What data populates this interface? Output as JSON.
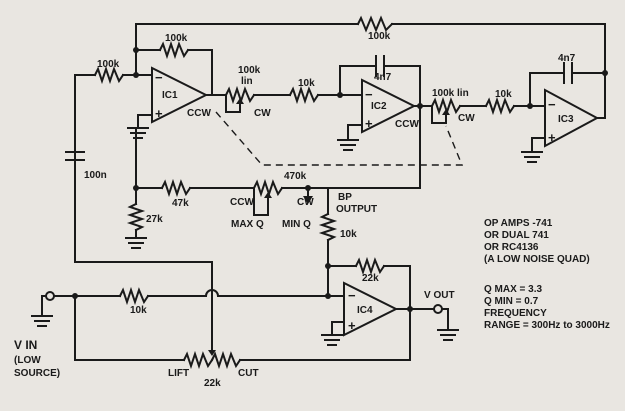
{
  "ics": {
    "ic1": "IC1",
    "ic2": "IC2",
    "ic3": "IC3",
    "ic4": "IC4"
  },
  "resistors": {
    "r_feedback_top": "100k",
    "r_ic1_feedback": "100k",
    "r_ic1_input": "100k",
    "r_ic2_input": "10k",
    "r_ic3_input": "10k",
    "r_47k": "47k",
    "r_27k": "27k",
    "r_10k_bp": "10k",
    "r_10k_in": "10k",
    "r_22k_fb": "22k"
  },
  "capacitors": {
    "c_ic2": "4n7",
    "c_ic3": "4n7",
    "c_input": "100n"
  },
  "pots": {
    "pot1_value": "100k",
    "pot1_type": "lin",
    "pot2_value": "100k lin",
    "pot_q_value": "470k",
    "pot_lift_value": "22k"
  },
  "pot_ends": {
    "ccw": "CCW",
    "cw": "CW"
  },
  "labels": {
    "max_q": "MAX Q",
    "min_q": "MIN Q",
    "bp": "BP",
    "bp_output": "OUTPUT",
    "lift": "LIFT",
    "cut": "CUT",
    "vout": "V OUT",
    "vin": "V IN",
    "vin_note1": "(LOW",
    "vin_note2": "SOURCE)"
  },
  "notes": {
    "opamps_line1": "OP AMPS -741",
    "opamps_line2": "OR DUAL 741",
    "opamps_line3": "OR RC4136",
    "opamps_line4": "(A LOW NOISE QUAD)",
    "qmax": "Q MAX = 3.3",
    "qmin": "Q MIN = 0.7",
    "freq_label": "FREQUENCY",
    "range": "RANGE = 300Hz to 3000Hz"
  },
  "opamp_inputs": {
    "minus": "−",
    "plus": "+"
  }
}
